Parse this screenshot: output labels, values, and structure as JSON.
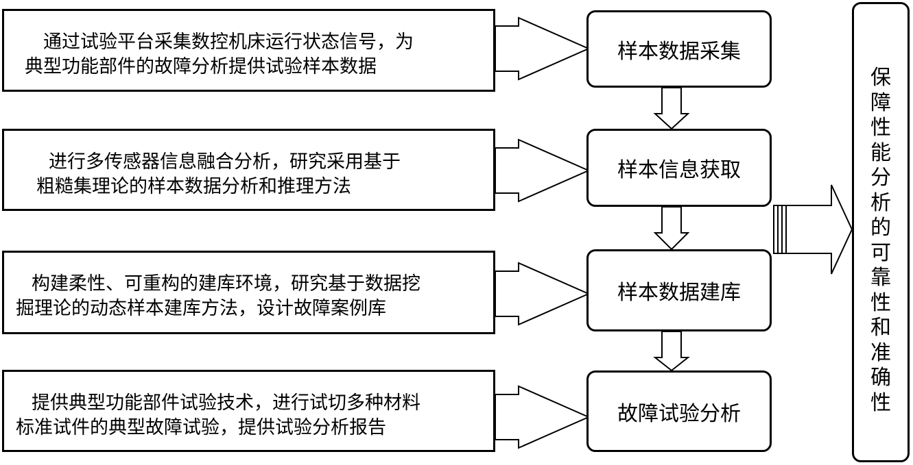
{
  "descriptions": [
    {
      "line1": "通过试验平台采集数控机床运行状态信号，为",
      "line2": "典型功能部件的故障分析提供试验样本数据"
    },
    {
      "line1": "进行多传感器信息融合分析，研究采用基于",
      "line2": "粗糙集理论的样本数据分析和推理方法"
    },
    {
      "line1": "构建柔性、可重构的建库环境，研究基于数据挖",
      "line2": "掘理论的动态样本建库方法，设计故障案例库"
    },
    {
      "line1": "提供典型功能部件试验技术，进行试切多种材料",
      "line2": "标准试件的典型故障试验，提供试验分析报告"
    }
  ],
  "steps": [
    {
      "label": "样本数据采集"
    },
    {
      "label": "样本信息获取"
    },
    {
      "label": "样本数据建库"
    },
    {
      "label": "故障试验分析"
    }
  ],
  "result": {
    "chars": [
      "保",
      "障",
      "性",
      "能",
      "分",
      "析",
      "的",
      "可",
      "靠",
      "性",
      "和",
      "准",
      "确",
      "性"
    ]
  }
}
